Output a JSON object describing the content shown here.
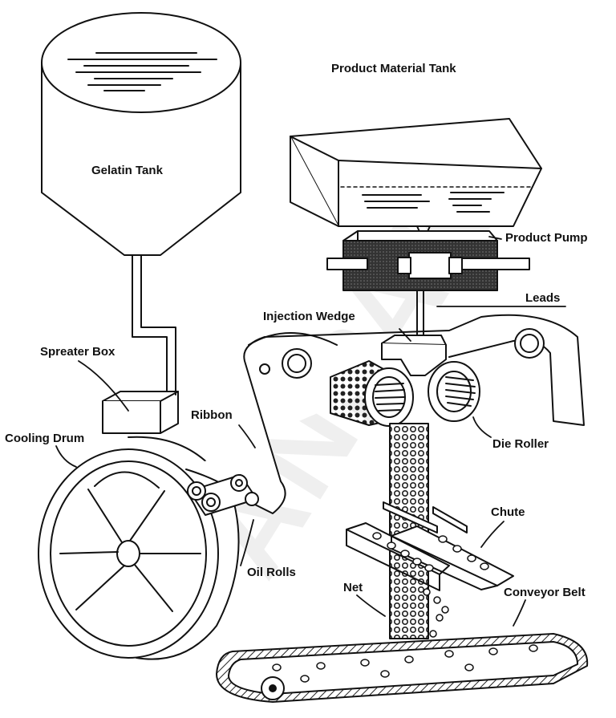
{
  "watermark": "ANPAK",
  "labels": {
    "gelatin_tank": "Gelatin Tank",
    "product_material_tank": "Product Material Tank",
    "product_pump": "Product Pump",
    "leads": "Leads",
    "injection_wedge": "Injection Wedge",
    "spreater_box": "Spreater Box",
    "ribbon": "Ribbon",
    "cooling_drum": "Cooling Drum",
    "die_roller": "Die Roller",
    "chute": "Chute",
    "oil_rolls": "Oil Rolls",
    "net": "Net",
    "conveyor_belt": "Conveyor Belt"
  }
}
